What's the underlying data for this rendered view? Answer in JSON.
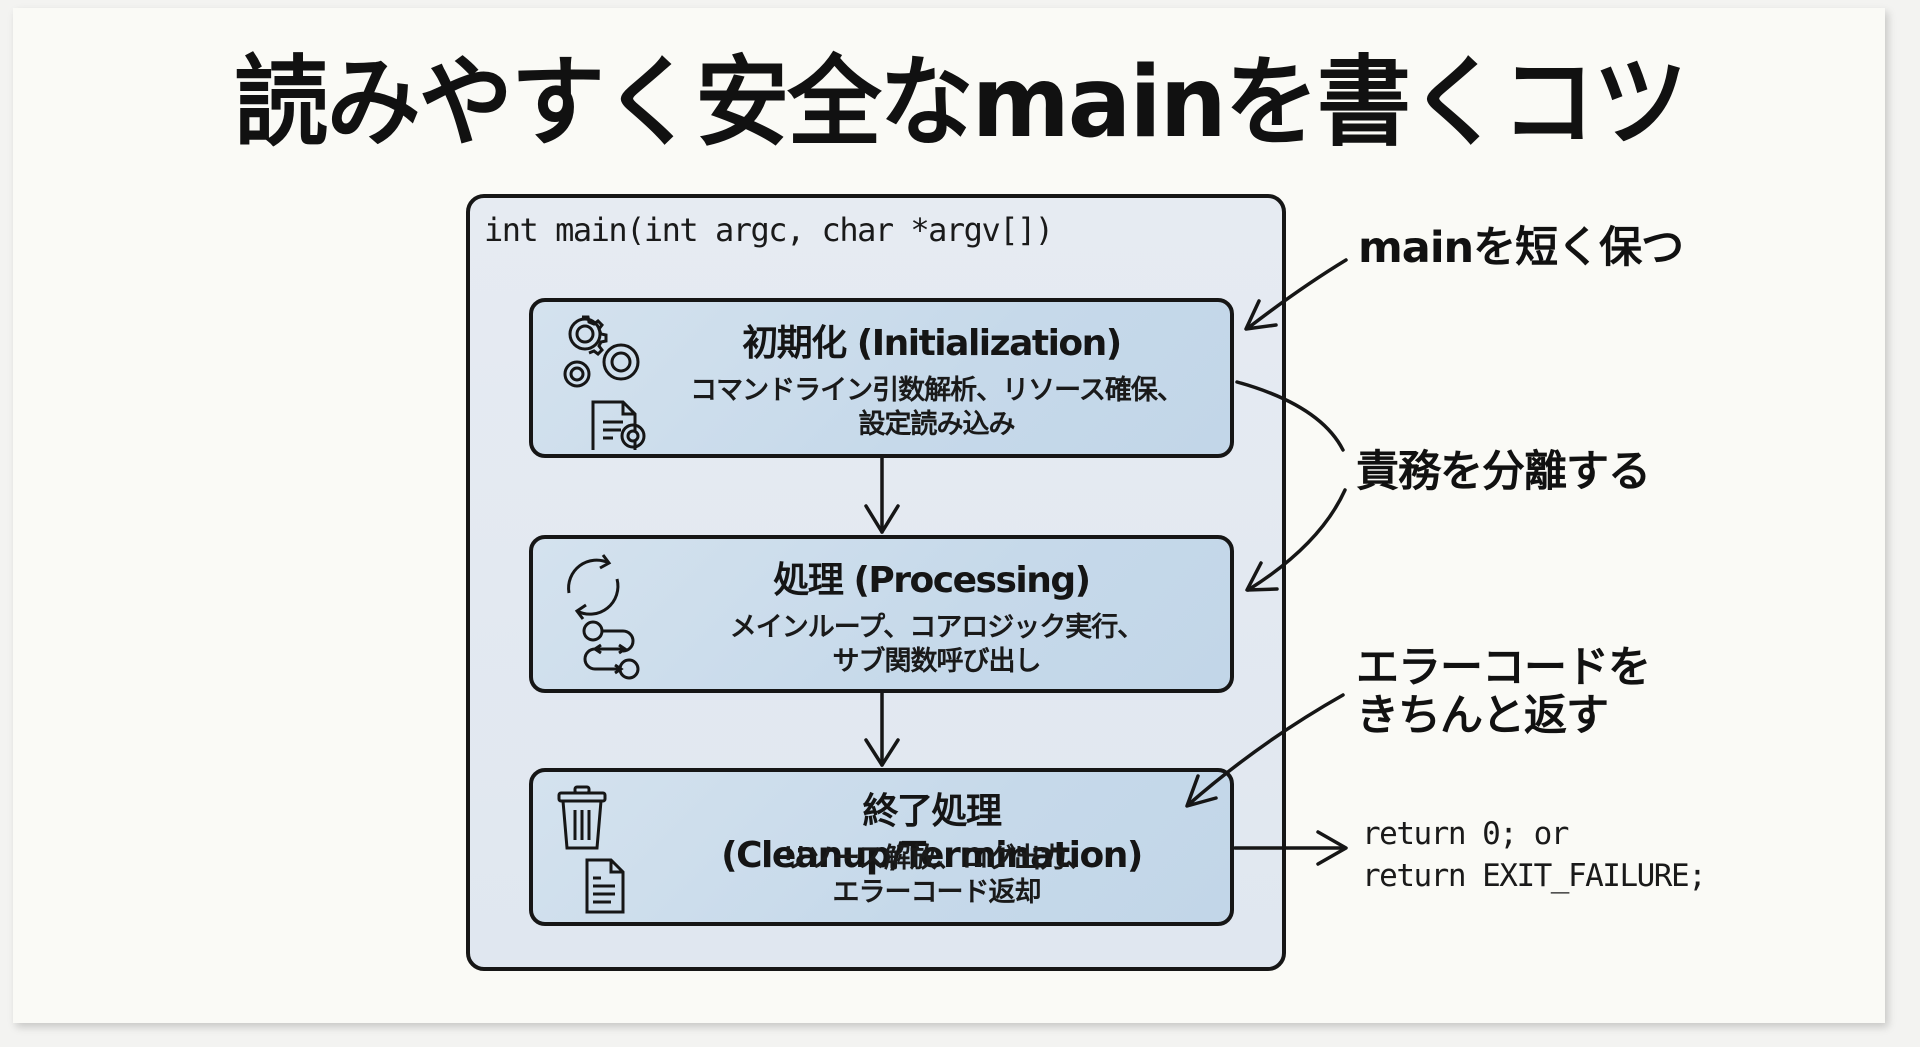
{
  "title": "読みやすく安全なmainを書くコツ",
  "signature": "int main(int argc, char *argv[])",
  "stages": [
    {
      "id": "initialization",
      "heading": "初期化 (Initialization)",
      "description_lines": [
        "コマンドライン引数解析、リソース確保、",
        "設定読み込み"
      ],
      "icon": "gears-document-icon"
    },
    {
      "id": "processing",
      "heading": "処理 (Processing)",
      "description_lines": [
        "メインループ、コアロジック実行、",
        "サブ関数呼び出し"
      ],
      "icon": "cycle-flow-icon"
    },
    {
      "id": "cleanup",
      "heading": "終了処理 (Cleanup/Termination)",
      "description_lines": [
        "リソース解放、ログ出力、",
        "エラーコード返却"
      ],
      "icon": "trash-document-icon"
    }
  ],
  "annotations": [
    {
      "id": "keep-main-short",
      "lines": [
        "mainを短く保つ"
      ]
    },
    {
      "id": "separate-responsibilities",
      "lines": [
        "責務を分離する"
      ]
    },
    {
      "id": "return-error-codes",
      "lines": [
        "エラーコードを",
        "きちんと返す"
      ]
    }
  ],
  "return_code": {
    "lines": [
      "return 0; or",
      "return EXIT_FAILURE;"
    ]
  },
  "colors": {
    "paper": "#fafaf6",
    "container_fill": "#e3e9f1",
    "box_fill": "#c9dceb",
    "stroke": "#161616"
  }
}
